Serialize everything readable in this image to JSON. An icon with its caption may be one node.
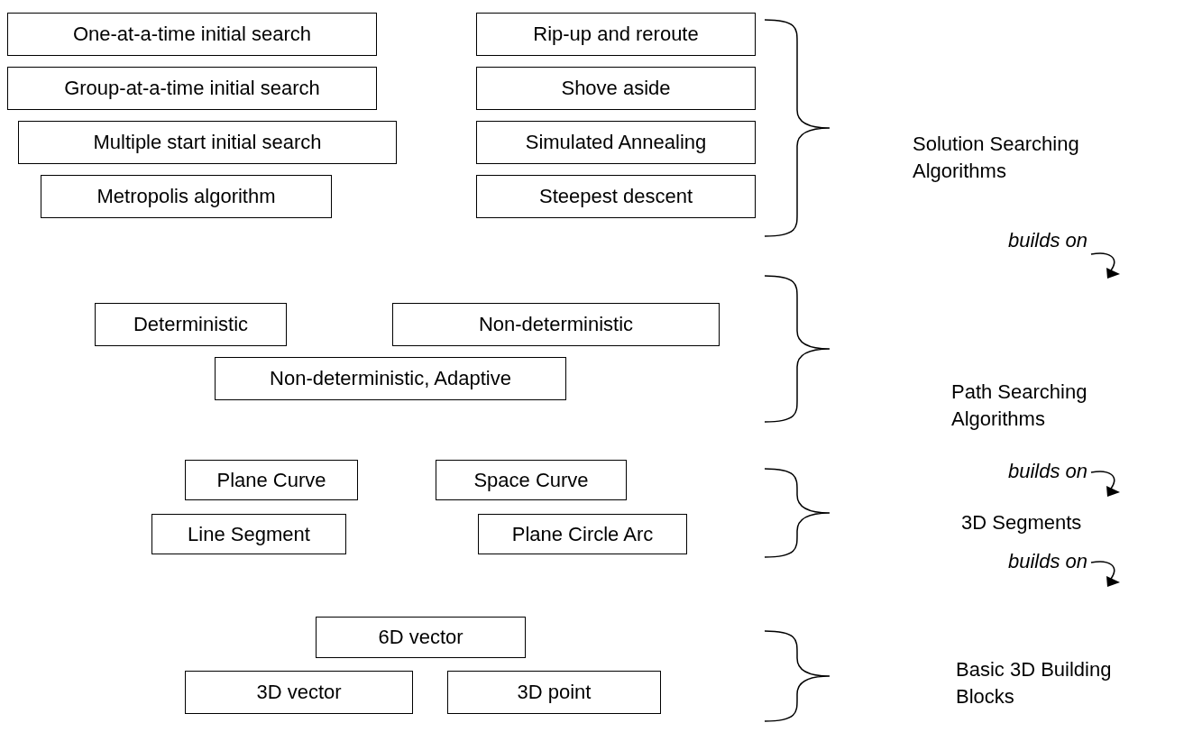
{
  "diagram": {
    "nodes": [
      {
        "text": [
          "One-at-a-time initial search"
        ]
      },
      {
        "text": [
          "Rip-up and reroute"
        ]
      },
      {
        "text": [
          "Group-at-a-time initial search"
        ]
      },
      {
        "text": [
          "Shove aside"
        ]
      },
      {
        "text": [
          "Multiple start initial search"
        ]
      },
      {
        "text": [
          "Simulated Annealing"
        ]
      },
      {
        "text": [
          "Metropolis algorithm"
        ]
      },
      {
        "text": [
          "Steepest descent"
        ]
      },
      {
        "text": [
          "Deterministic"
        ]
      },
      {
        "text": [
          "Non-deterministic"
        ]
      },
      {
        "text": [
          "Non-deterministic, Adaptive"
        ]
      },
      {
        "text": [
          "Plane Curve"
        ]
      },
      {
        "text": [
          "Space Curve"
        ]
      },
      {
        "text": [
          "Line Segment"
        ]
      },
      {
        "text": [
          "Plane Circle Arc"
        ]
      },
      {
        "text": [
          "6D vector"
        ]
      },
      {
        "text": [
          "3D vector"
        ]
      },
      {
        "text": [
          "3D point"
        ]
      }
    ],
    "labels": [
      "Solution Searching Algorithms",
      "builds on",
      "Path Searching Algorithms",
      "builds on",
      "3D Segments",
      "builds on",
      "Basic 3D Building Blocks"
    ]
  }
}
